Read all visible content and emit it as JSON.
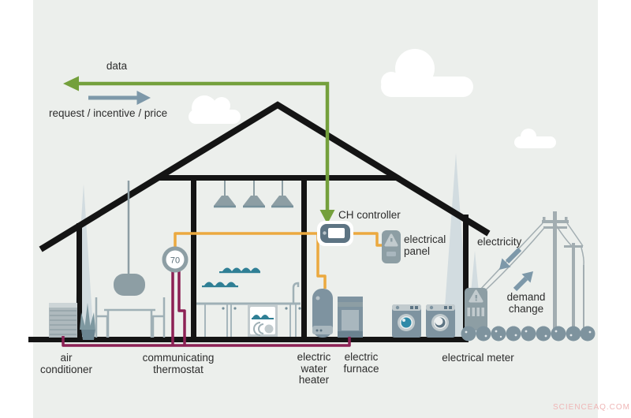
{
  "diagram": {
    "labels": {
      "data_flow": "data",
      "request_flow": "request / incentive / price",
      "ch_controller": "CH controller",
      "electrical_panel": [
        "electrical",
        "panel"
      ],
      "electricity": "electricity",
      "demand_change": [
        "demand",
        "change"
      ],
      "air_conditioner": [
        "air",
        "conditioner"
      ],
      "communicating_thermostat": [
        "communicating",
        "thermostat"
      ],
      "electric_water_heater": [
        "electric",
        "water",
        "heater"
      ],
      "electric_furnace": [
        "electric",
        "furnace"
      ],
      "electrical_meter": "electrical meter"
    },
    "thermostat": {
      "reading": "70"
    },
    "watermark": "SCIENCEAQ.COM",
    "colors": {
      "background_panel": "#ECEFEC",
      "house_outline": "#141414",
      "data_arrow_green": "#74A03C",
      "request_arrow_blue": "#7D98A9",
      "wire_orange": "#EBA93F",
      "wire_maroon": "#8C2155",
      "appliance_gray": "#7E93A0",
      "appliance_light": "#C2CBCE",
      "dish_teal": "#2F7F95",
      "tree_pale": "#D2DCE0",
      "bush_gray": "#7E939E"
    }
  }
}
